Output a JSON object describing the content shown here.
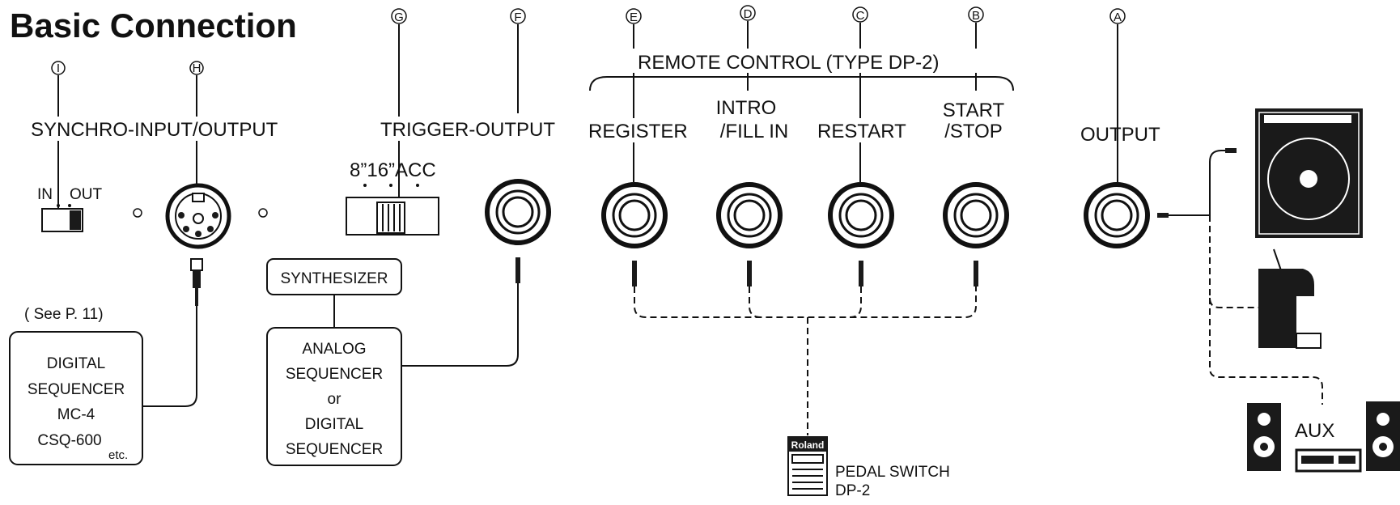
{
  "title": "Basic Connection",
  "letters": {
    "a": "A",
    "b": "B",
    "c": "C",
    "d": "D",
    "e": "E",
    "f": "F",
    "g": "G",
    "h": "H",
    "i": "I"
  },
  "labels": {
    "synchro": "SYNCHRO-INPUT/OUTPUT",
    "in": "IN",
    "out": "OUT",
    "trigger": "TRIGGER-OUTPUT",
    "acc": "8”16”ACC",
    "remote": "REMOTE CONTROL   (TYPE DP-2)",
    "register": "REGISTER",
    "intro_1": "INTRO",
    "intro_2": "/FILL IN",
    "restart": "RESTART",
    "start_1": "START",
    "start_2": "/STOP",
    "output": "OUTPUT",
    "see_page": "( See P. 11)",
    "aux": "AUX",
    "pedal_1": "PEDAL SWITCH",
    "pedal_2": "DP-2",
    "roland": "Roland"
  },
  "digital_box": {
    "l1": "DIGITAL",
    "l2": "SEQUENCER",
    "l3": "MC-4",
    "l4": "CSQ-600",
    "etc": "etc."
  },
  "synth_box": "SYNTHESIZER",
  "analog_box": {
    "l1": "ANALOG",
    "l2": "SEQUENCER",
    "l3": "or",
    "l4": "DIGITAL",
    "l5": "SEQUENCER"
  }
}
